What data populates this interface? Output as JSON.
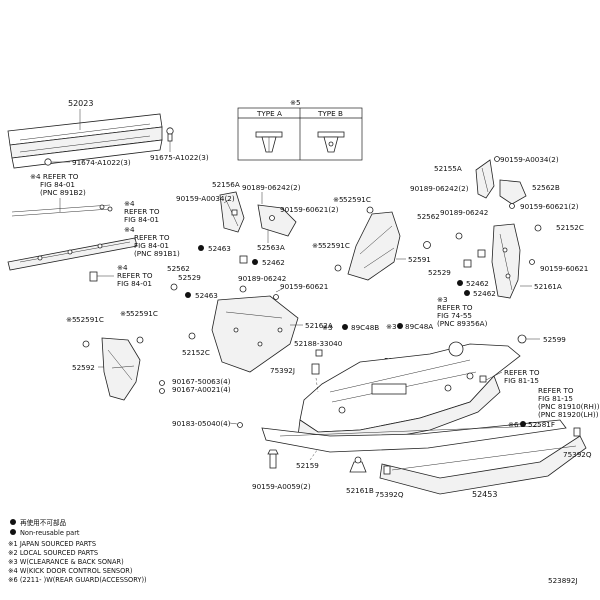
{
  "parts": {
    "p52023": "52023",
    "p91674": "91674-A1022(3)",
    "p91675": "91675-A1022(3)",
    "p52155A": "52155A",
    "p90159_34_r": "90159-A0034(2)",
    "p90189_242_r": "90189-06242(2)",
    "p52562B": "52562B",
    "p90159_621_r": "90159-60621(2)",
    "p52156A": "52156A",
    "p90159_34_l": "90159-A0034(2)",
    "p90189_242_l": "90189-06242(2)",
    "p90159_621_l": "90159-60621(2)",
    "p52563A": "52563A",
    "p52591C_top": "52591C",
    "p52591C_mid": "52591C",
    "p52591": "52591",
    "p52562_r": "52562",
    "p90189_242_rs": "90189-06242",
    "p52152C_r": "52152C",
    "p52529_r": "52529",
    "p90159_621_rs": "90159-60621",
    "p52462_a": "52462",
    "p52462_b": "52462",
    "p52161A": "52161A",
    "p52463_a": "52463",
    "p52462_c": "52462",
    "p52562_l": "52562",
    "p52529_l": "52529",
    "p90189_242_ls": "90189-06242",
    "p52463_b": "52463",
    "p90159_621_ls": "90159-60621",
    "p52162A": "52162A",
    "p52591C_l": "52591C",
    "p52591C_l2": "52591C",
    "p52592": "52592",
    "p52152C_l": "52152C",
    "p89C48B": "89C48B",
    "p89C48A": "89C48A",
    "p52188_l": "52188-33040",
    "p52188_r": "52188-33040",
    "p52599": "52599",
    "p90167_63": "90167-50063(4)",
    "p90167_21": "90167-A0021(4)",
    "p75392J": "75392J",
    "p90183": "90183-05040(4)",
    "p52581F": "52581F",
    "p52159": "52159",
    "p75392Q": "75392Q",
    "p90159_59": "90159-A0059(2)",
    "p52161B": "52161B",
    "p75392Q_b": "75392Q",
    "p52453": "52453",
    "diagram_id": "523892J"
  },
  "refers": {
    "r1": [
      "※4 REFER TO",
      "FIG 84-01",
      "(PNC 891B2)"
    ],
    "r2": [
      "※4",
      "REFER TO",
      "FIG 84-01"
    ],
    "r3": [
      "※4",
      "REFER TO",
      "FIG 84-01",
      "(PNC 891B1)"
    ],
    "r4": [
      "※4",
      "REFER TO",
      "FIG 84-01"
    ],
    "r5": [
      "※3",
      "REFER TO",
      "FIG 74-55",
      "(PNC 89356A)"
    ],
    "r6": [
      "REFER TO",
      "FIG 81-15"
    ],
    "r7": [
      "REFER TO",
      "FIG 81-15",
      "(PNC 81910(RH))",
      "(PNC 81920(LH))"
    ]
  },
  "clip_box": {
    "mark": "※5",
    "type_a": "TYPE A",
    "type_b": "TYPE B"
  },
  "markers": {
    "m5": "※5",
    "m3": "※3",
    "m6": "※6"
  },
  "legend": {
    "items": [
      "再使用不可部品",
      "Non-reusable part",
      "※1 JAPAN SOURCED PARTS",
      "※2 LOCAL SOURCED PARTS",
      "※3 W(CLEARANCE & BACK SONAR)",
      "※4 W(KICK DOOR CONTROL SENSOR)",
      "※6 (2211-      )W(REAR GUARD(ACCESSORY))"
    ]
  }
}
